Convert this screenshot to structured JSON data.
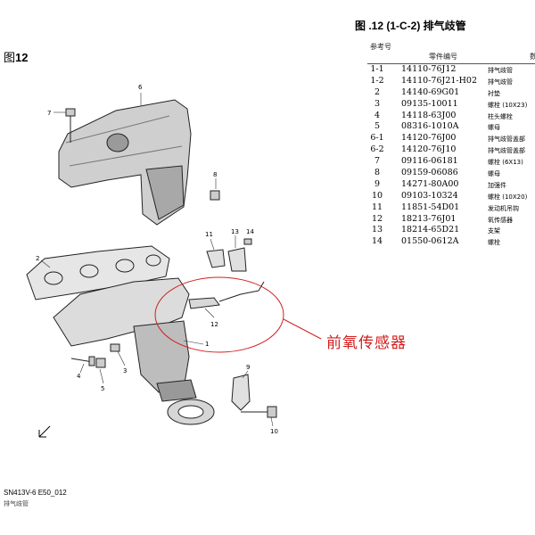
{
  "figure_label_prefix": "图",
  "figure_label_number": "12",
  "parts_title": "图 .12 (1-C-2) 排气歧管",
  "table_header": {
    "ref": "参考号",
    "part_no": "零件编号",
    "qty": "数"
  },
  "parts": [
    {
      "ref": "1-1",
      "part_no": "14110-76J12",
      "name": "排气歧管"
    },
    {
      "ref": "1-2",
      "part_no": "14110-76J21-H02",
      "name": "排气歧管"
    },
    {
      "ref": "2",
      "part_no": "14140-69G01",
      "name": "衬垫"
    },
    {
      "ref": "3",
      "part_no": "09135-10011",
      "name": "螺栓 (10X23)"
    },
    {
      "ref": "4",
      "part_no": "14118-63J00",
      "name": "柱头螺栓"
    },
    {
      "ref": "5",
      "part_no": "08316-1010A",
      "name": "螺母"
    },
    {
      "ref": "6-1",
      "part_no": "14120-76J00",
      "name": "排气歧管盖部"
    },
    {
      "ref": "6-2",
      "part_no": "14120-76J10",
      "name": "排气歧管盖部"
    },
    {
      "ref": "7",
      "part_no": "09116-06181",
      "name": "螺栓 (6X13)"
    },
    {
      "ref": "8",
      "part_no": "09159-06086",
      "name": "螺母"
    },
    {
      "ref": "9",
      "part_no": "14271-80A00",
      "name": "加强件"
    },
    {
      "ref": "10",
      "part_no": "09103-10324",
      "name": "螺栓 (10X20)"
    },
    {
      "ref": "11",
      "part_no": "11851-54D01",
      "name": "发动机吊钩"
    },
    {
      "ref": "12",
      "part_no": "18213-76J01",
      "name": "氧传感器"
    },
    {
      "ref": "13",
      "part_no": "18214-65D21",
      "name": "支架"
    },
    {
      "ref": "14",
      "part_no": "01550-0612A",
      "name": "螺栓"
    }
  ],
  "callouts": {
    "c6": "6",
    "c7": "7",
    "c8": "8",
    "c2": "2",
    "c11": "11",
    "c13": "13",
    "c14": "14",
    "c12": "12",
    "c1": "1",
    "c3": "3",
    "c4": "4",
    "c5": "5",
    "c9": "9",
    "c10": "10"
  },
  "annotation_text": "前氧传感器",
  "annotation_color": "#d21f1f",
  "footer_code": "SN413V-6 E50_012",
  "footer_caption": "排气歧管"
}
